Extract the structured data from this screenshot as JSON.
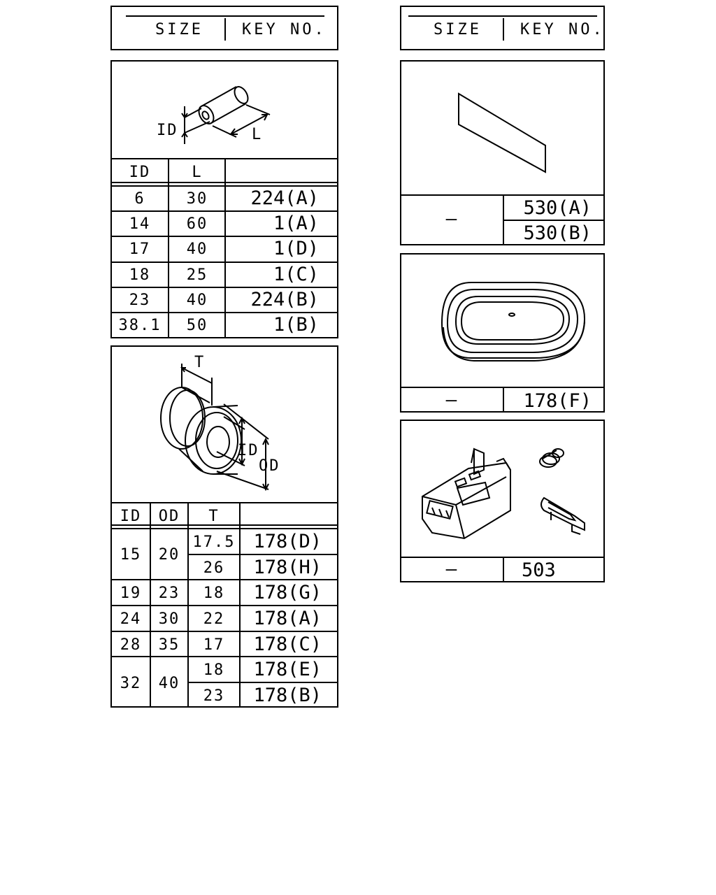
{
  "header": {
    "size_label": "SIZE",
    "key_label": "KEY NO."
  },
  "tube": {
    "labels": {
      "id": "ID",
      "l": "L"
    },
    "columns": [
      "ID",
      "L"
    ],
    "rows": [
      {
        "id": "6",
        "l": "30",
        "key": "224(A)"
      },
      {
        "id": "14",
        "l": "60",
        "key": "1(A)"
      },
      {
        "id": "17",
        "l": "40",
        "key": "1(D)"
      },
      {
        "id": "18",
        "l": "25",
        "key": "1(C)"
      },
      {
        "id": "23",
        "l": "40",
        "key": "224(B)"
      },
      {
        "id": "38.1",
        "l": "50",
        "key": "1(B)"
      }
    ]
  },
  "grommet": {
    "labels": {
      "t": "T",
      "id": "ID",
      "od": "OD"
    },
    "columns": [
      "ID",
      "OD",
      "T"
    ],
    "rows": [
      {
        "id": "15",
        "od": "20",
        "t": "17.5",
        "key": "178(D)"
      },
      {
        "t": "26",
        "key": "178(H)"
      },
      {
        "id": "19",
        "od": "23",
        "t": "18",
        "key": "178(G)"
      },
      {
        "id": "24",
        "od": "30",
        "t": "22",
        "key": "178(A)"
      },
      {
        "id": "28",
        "od": "35",
        "t": "17",
        "key": "178(C)"
      },
      {
        "id": "32",
        "od": "40",
        "t": "18",
        "key": "178(E)"
      },
      {
        "t": "23",
        "key": "178(B)"
      }
    ]
  },
  "sheet": {
    "size": "—",
    "keys": [
      "530(A)",
      "530(B)"
    ]
  },
  "oval_grommet": {
    "size": "—",
    "key": "178(F)"
  },
  "connector": {
    "size": "—",
    "key": "503"
  }
}
